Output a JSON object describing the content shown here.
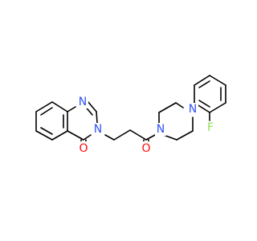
{
  "molecule": {
    "atoms": [
      {
        "id": "o4",
        "symbol": "O",
        "color": "#ff0d0d"
      },
      {
        "id": "n3",
        "symbol": "N",
        "color": "#3050f8"
      },
      {
        "id": "n1",
        "symbol": "N",
        "color": "#3050f8"
      },
      {
        "id": "o_amide",
        "symbol": "O",
        "color": "#ff0d0d"
      },
      {
        "id": "n_pip1",
        "symbol": "N",
        "color": "#3050f8"
      },
      {
        "id": "n_pip4",
        "symbol": "N",
        "color": "#3050f8"
      },
      {
        "id": "f",
        "symbol": "F",
        "color": "#90e050"
      }
    ]
  }
}
